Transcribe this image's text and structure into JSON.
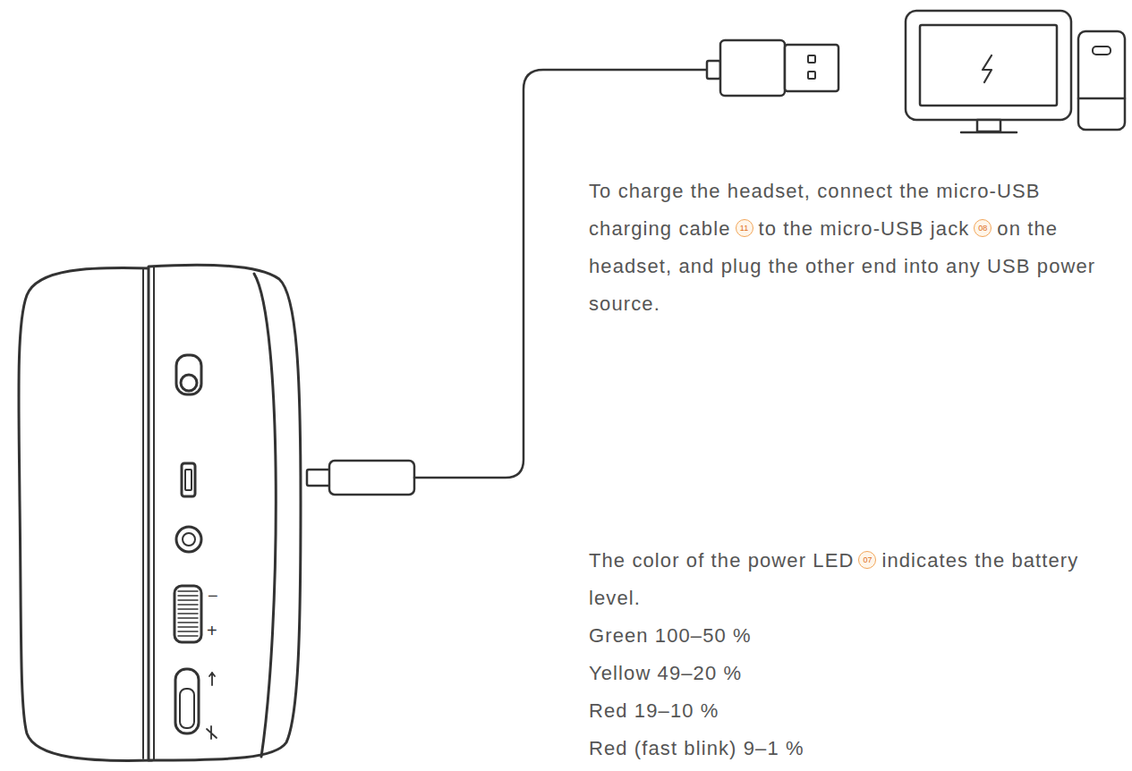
{
  "diagram": {
    "labels": [
      "To charge the headset, connect the micro-USB charging cable",
      "11",
      "to the micro-USB jack",
      "08",
      "on the headset, and plug the other end into any USB power source.",
      "The color of the power LED",
      "07",
      "indicates the battery level.",
      "Green 100–50 %",
      "Yellow 49–20 %",
      "Red 19–10 %",
      "Red (fast blink)  9–1 %",
      "−",
      "+"
    ]
  }
}
